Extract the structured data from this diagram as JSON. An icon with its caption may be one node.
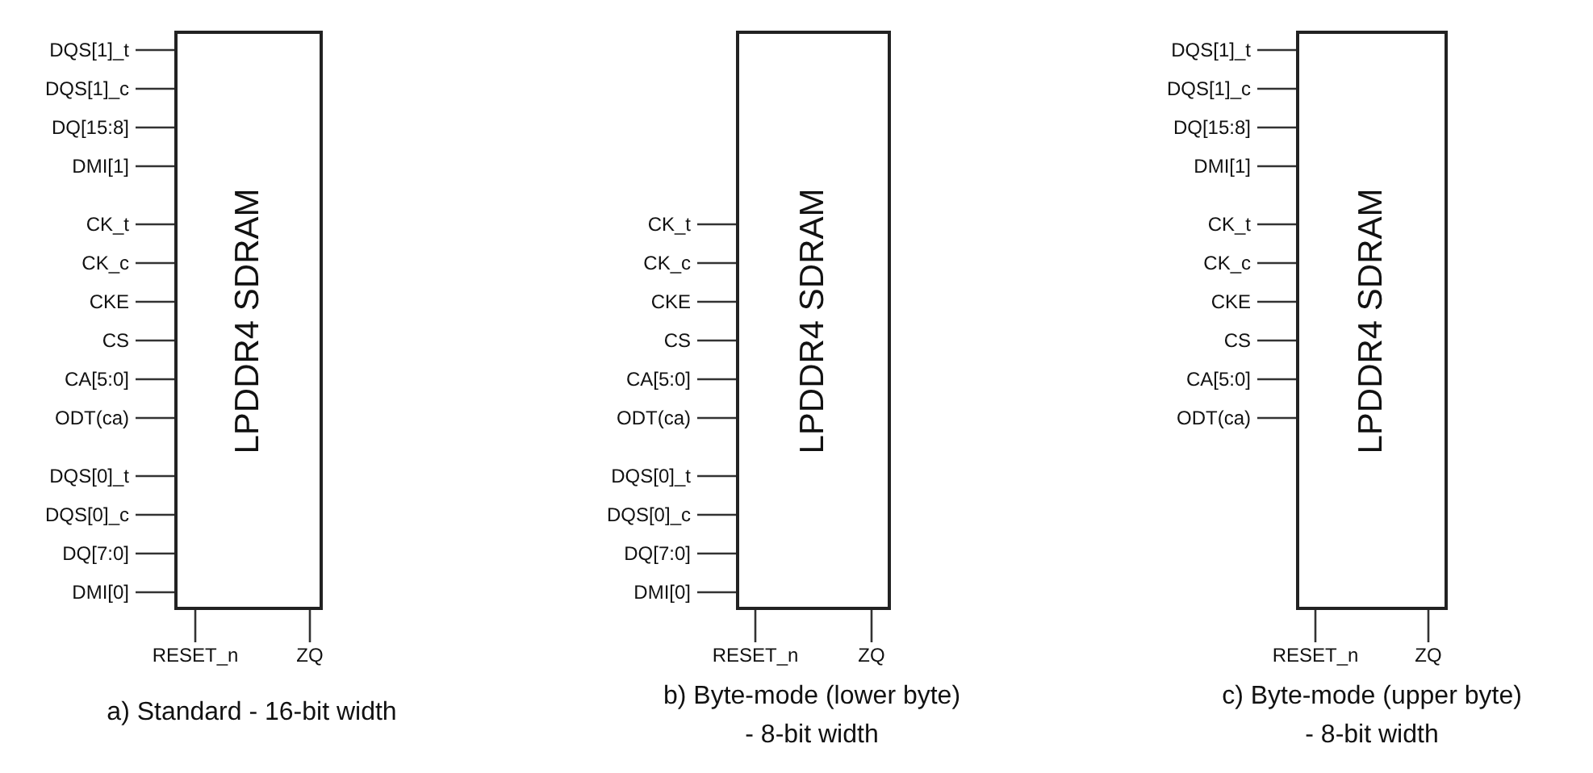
{
  "diagram": {
    "nodes": [
      {
        "text": [
          "LPDDR4 SDRAM"
        ]
      },
      {
        "text": [
          "DQS[1]_t"
        ]
      },
      {
        "text": [
          "DQS[1]_c"
        ]
      },
      {
        "text": [
          "DQ[15:8]"
        ]
      },
      {
        "text": [
          "DMI[1]"
        ]
      },
      {
        "text": [
          "CK_t"
        ]
      },
      {
        "text": [
          "CK_c"
        ]
      },
      {
        "text": [
          "CKE"
        ]
      },
      {
        "text": [
          "CS"
        ]
      },
      {
        "text": [
          "CA[5:0]"
        ]
      },
      {
        "text": [
          "ODT(ca)"
        ]
      },
      {
        "text": [
          "DQS[0]_t"
        ]
      },
      {
        "text": [
          "DQS[0]_c"
        ]
      },
      {
        "text": [
          "DQ[7:0]"
        ]
      },
      {
        "text": [
          "DMI[0]"
        ]
      },
      {
        "text": [
          "RESET_n"
        ]
      },
      {
        "text": [
          "ZQ"
        ]
      },
      {
        "text": [
          "LPDDR4 SDRAM"
        ]
      },
      {
        "text": [
          "CK_t"
        ]
      },
      {
        "text": [
          "CK_c"
        ]
      },
      {
        "text": [
          "CKE"
        ]
      },
      {
        "text": [
          "CS"
        ]
      },
      {
        "text": [
          "CA[5:0]"
        ]
      },
      {
        "text": [
          "ODT(ca)"
        ]
      },
      {
        "text": [
          "DQS[0]_t"
        ]
      },
      {
        "text": [
          "DQS[0]_c"
        ]
      },
      {
        "text": [
          "DQ[7:0]"
        ]
      },
      {
        "text": [
          "DMI[0]"
        ]
      },
      {
        "text": [
          "RESET_n"
        ]
      },
      {
        "text": [
          "ZQ"
        ]
      },
      {
        "text": [
          "LPDDR4 SDRAM"
        ]
      },
      {
        "text": [
          "DQS[1]_t"
        ]
      },
      {
        "text": [
          "DQS[1]_c"
        ]
      },
      {
        "text": [
          "DQ[15:8]"
        ]
      },
      {
        "text": [
          "DMI[1]"
        ]
      },
      {
        "text": [
          "CK_t"
        ]
      },
      {
        "text": [
          "CK_c"
        ]
      },
      {
        "text": [
          "CKE"
        ]
      },
      {
        "text": [
          "CS"
        ]
      },
      {
        "text": [
          "CA[5:0]"
        ]
      },
      {
        "text": [
          "ODT(ca)"
        ]
      },
      {
        "text": [
          "RESET_n"
        ]
      },
      {
        "text": [
          "ZQ"
        ]
      }
    ],
    "edges": [
      {
        "from": 1,
        "to": 0,
        "arrow": "none"
      },
      {
        "from": 2,
        "to": 0,
        "arrow": "none"
      },
      {
        "from": 3,
        "to": 0,
        "arrow": "none"
      },
      {
        "from": 4,
        "to": 0,
        "arrow": "none"
      },
      {
        "from": 5,
        "to": 0,
        "arrow": "none"
      },
      {
        "from": 6,
        "to": 0,
        "arrow": "none"
      },
      {
        "from": 7,
        "to": 0,
        "arrow": "none"
      },
      {
        "from": 8,
        "to": 0,
        "arrow": "none"
      },
      {
        "from": 9,
        "to": 0,
        "arrow": "none"
      },
      {
        "from": 10,
        "to": 0,
        "arrow": "none"
      },
      {
        "from": 11,
        "to": 0,
        "arrow": "none"
      },
      {
        "from": 12,
        "to": 0,
        "arrow": "none"
      },
      {
        "from": 13,
        "to": 0,
        "arrow": "none"
      },
      {
        "from": 14,
        "to": 0,
        "arrow": "none"
      },
      {
        "from": 15,
        "to": 0,
        "arrow": "none"
      },
      {
        "from": 16,
        "to": 0,
        "arrow": "none"
      },
      {
        "from": 18,
        "to": 17,
        "arrow": "none"
      },
      {
        "from": 19,
        "to": 17,
        "arrow": "none"
      },
      {
        "from": 20,
        "to": 17,
        "arrow": "none"
      },
      {
        "from": 21,
        "to": 17,
        "arrow": "none"
      },
      {
        "from": 22,
        "to": 17,
        "arrow": "none"
      },
      {
        "from": 23,
        "to": 17,
        "arrow": "none"
      },
      {
        "from": 24,
        "to": 17,
        "arrow": "none"
      },
      {
        "from": 25,
        "to": 17,
        "arrow": "none"
      },
      {
        "from": 26,
        "to": 17,
        "arrow": "none"
      },
      {
        "from": 27,
        "to": 17,
        "arrow": "none"
      },
      {
        "from": 28,
        "to": 17,
        "arrow": "none"
      },
      {
        "from": 29,
        "to": 17,
        "arrow": "none"
      },
      {
        "from": 31,
        "to": 30,
        "arrow": "none"
      },
      {
        "from": 32,
        "to": 30,
        "arrow": "none"
      },
      {
        "from": 33,
        "to": 30,
        "arrow": "none"
      },
      {
        "from": 34,
        "to": 30,
        "arrow": "none"
      },
      {
        "from": 35,
        "to": 30,
        "arrow": "none"
      },
      {
        "from": 36,
        "to": 30,
        "arrow": "none"
      },
      {
        "from": 37,
        "to": 30,
        "arrow": "none"
      },
      {
        "from": 38,
        "to": 30,
        "arrow": "none"
      },
      {
        "from": 39,
        "to": 30,
        "arrow": "none"
      },
      {
        "from": 40,
        "to": 30,
        "arrow": "none"
      },
      {
        "from": 41,
        "to": 30,
        "arrow": "none"
      },
      {
        "from": 42,
        "to": 30,
        "arrow": "none"
      }
    ],
    "labels": [
      "a) Standard - 16-bit width",
      "b) Byte-mode (lower byte) - 8-bit width",
      "c) Byte-mode (upper byte) - 8-bit width"
    ]
  }
}
